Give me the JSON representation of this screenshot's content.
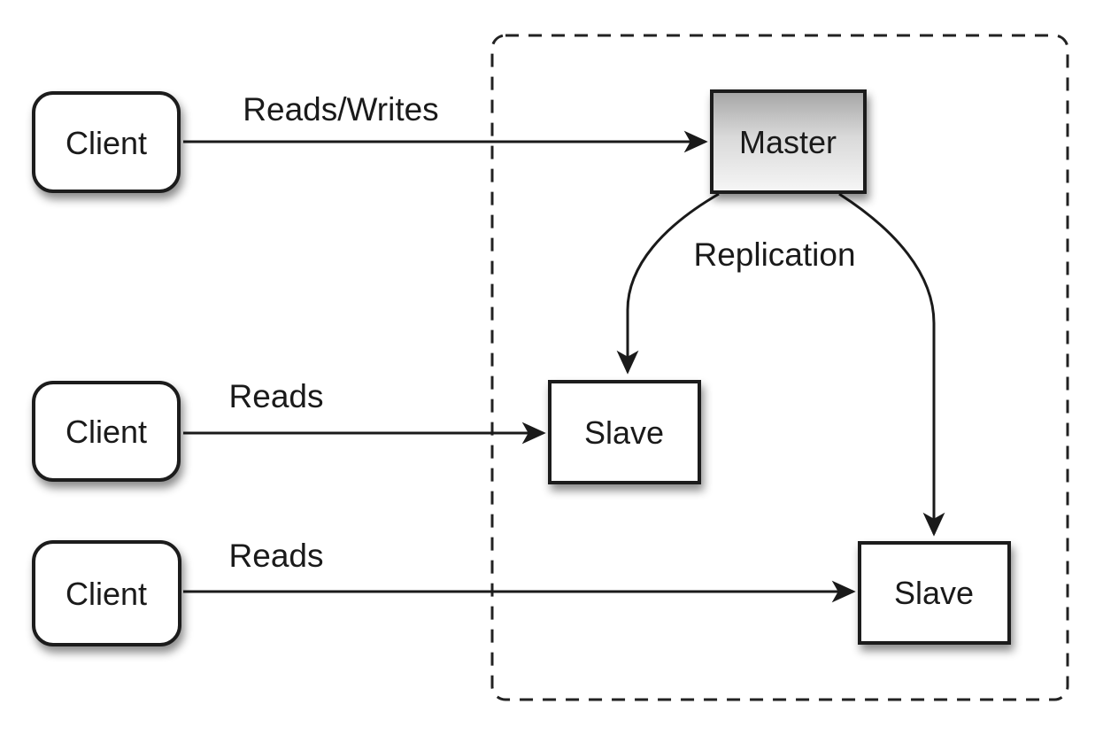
{
  "diagram": {
    "type": "architecture-diagram",
    "topic": "master-slave-replication",
    "nodes": {
      "client_top": {
        "label": "Client"
      },
      "client_middle": {
        "label": "Client"
      },
      "client_bottom": {
        "label": "Client"
      },
      "master": {
        "label": "Master"
      },
      "slave_left": {
        "label": "Slave"
      },
      "slave_right": {
        "label": "Slave"
      }
    },
    "edges": {
      "client_top_to_master": {
        "label": "Reads/Writes"
      },
      "client_middle_to_slave_left": {
        "label": "Reads"
      },
      "client_bottom_to_slave_right": {
        "label": "Reads"
      },
      "master_to_slaves": {
        "label": "Replication"
      }
    },
    "colors": {
      "background": "#ffffff",
      "stroke": "#1a1a1a",
      "text": "#1a1a1a",
      "node_fill": "#ffffff",
      "master_gradient_top": "#a6a6a6",
      "master_gradient_mid": "#d9d9d9",
      "master_gradient_bottom": "#f6f6f6",
      "shadow": "#000000"
    }
  }
}
